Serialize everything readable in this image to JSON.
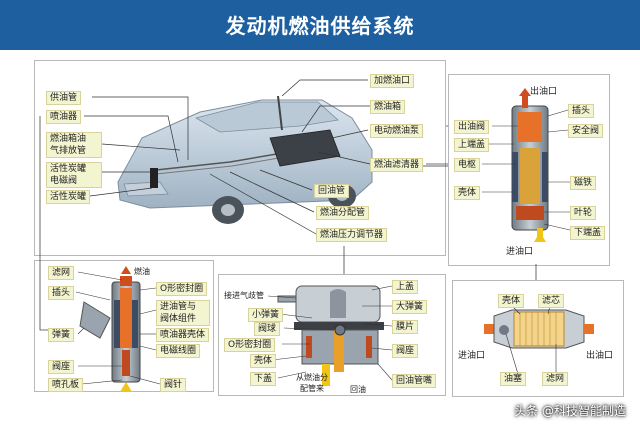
{
  "title": "发动机燃油供给系统",
  "car_labels": {
    "supply_pipe": "供油管",
    "injector": "喷油器",
    "vent_pipe_1": "燃油箱油",
    "vent_pipe_2": "气排放管",
    "canister_valve_1": "活性炭罐",
    "canister_valve_2": "电磁阀",
    "canister": "活性炭罐",
    "filler_neck": "加燃油口",
    "fuel_tank": "燃油箱",
    "electric_pump": "电动燃油泵",
    "fuel_filter": "燃油滤清器",
    "return_pipe": "回油管",
    "fuel_rail": "燃油分配管",
    "pressure_regulator": "燃油压力调节器"
  },
  "pump_panel": {
    "outlet_top": "出油口",
    "outlet_valve": "出油阀",
    "upper_cover": "上端盖",
    "brush": "电枢",
    "housing": "壳体",
    "plug": "插头",
    "safety_valve": "安全阀",
    "magnet": "磁铁",
    "impeller": "叶轮",
    "lower_cover": "下端盖",
    "inlet": "进油口"
  },
  "injector_panel": {
    "filter_net": "滤网",
    "fuel": "燃油",
    "plug": "插头",
    "o_ring": "O形密封圈",
    "inlet_assembly_1": "进油管与",
    "inlet_assembly_2": "阀体组件",
    "spring": "弹簧",
    "housing": "喷油器壳体",
    "coil": "电磁线圈",
    "valve_seat": "阀座",
    "orifice": "喷孔板",
    "needle": "阀针"
  },
  "regulator_panel": {
    "vacuum": "接进气歧管",
    "upper_cover": "上盖",
    "large_spring": "大弹簧",
    "small_spring": "小弹簧",
    "diaphragm": "膜片",
    "valve_ball": "阀球",
    "o_ring": "O形密封圈",
    "valve_seat": "阀座",
    "housing": "壳体",
    "lower_cover": "下盖",
    "from_rail_1": "从燃油分",
    "from_rail_2": "配管来",
    "return_flow": "回油",
    "return_pipe": "回油管嘴"
  },
  "filter_panel": {
    "housing": "壳体",
    "element": "滤芯",
    "inlet": "进油口",
    "outlet": "出油口",
    "oil_plug": "油塞",
    "filter_net": "滤网"
  },
  "watermark": "头条 @科技智能制造",
  "colors": {
    "title_bar": "#1d5f9f",
    "label_bg": "#f3f4d0",
    "fuel_orange": "#e8712a",
    "fuel_yellow": "#f0c418",
    "steel": "#9aa4ae"
  }
}
